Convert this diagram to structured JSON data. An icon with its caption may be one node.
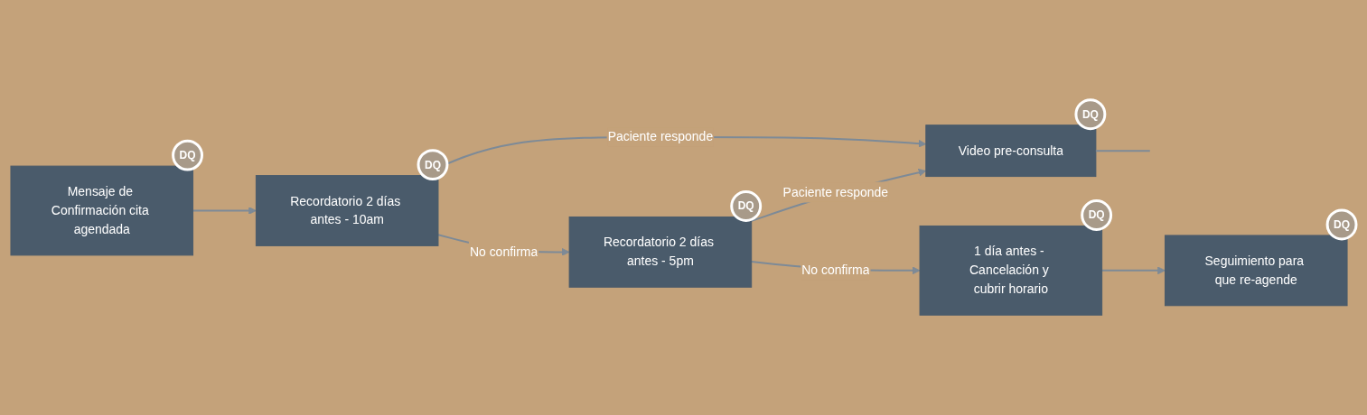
{
  "diagram": {
    "nodes": [
      {
        "text": [
          "Mensaje de Confirmación cita agendada"
        ],
        "beside": [
          "DQ"
        ]
      },
      {
        "text": [
          "Recordatorio 2 días antes - 10am"
        ],
        "beside": [
          "DQ"
        ]
      },
      {
        "text": [
          "Recordatorio 2 días antes - 5pm"
        ],
        "beside": [
          "DQ"
        ]
      },
      {
        "text": [
          "1 día antes - Cancelación y cubrir horario"
        ],
        "beside": [
          "DQ"
        ]
      },
      {
        "text": [
          "Seguimiento para que re-agende"
        ],
        "beside": [
          "DQ"
        ]
      },
      {
        "text": [
          "Video pre-consulta"
        ],
        "beside": [
          "DQ"
        ]
      }
    ],
    "edges": [
      {
        "from": 0,
        "to": 1,
        "arrow": "to"
      },
      {
        "from": 1,
        "to": 5,
        "arrow": "to",
        "label": "Paciente responde"
      },
      {
        "from": 1,
        "to": 2,
        "arrow": "to",
        "label": "No confirma"
      },
      {
        "from": 2,
        "to": 5,
        "arrow": "to",
        "label": "Paciente responde"
      },
      {
        "from": 2,
        "to": 3,
        "arrow": "to",
        "label": "No confirma"
      },
      {
        "from": 3,
        "to": 4,
        "arrow": "to"
      },
      {
        "from": 5,
        "to": null,
        "arrow": "none"
      }
    ]
  }
}
